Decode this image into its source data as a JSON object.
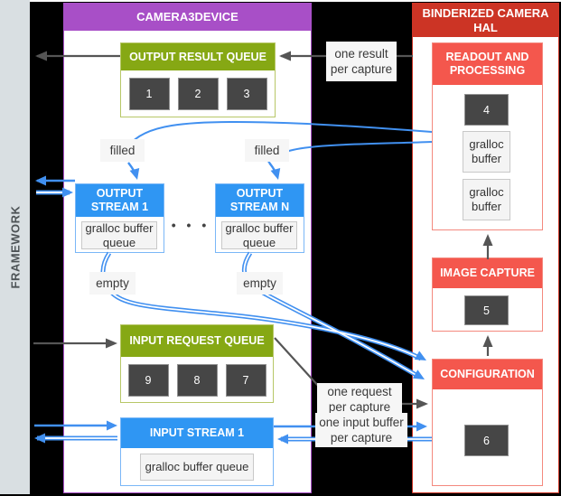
{
  "colors": {
    "background": "#000000",
    "framework_bar": "#D9DFE2",
    "purple": "#A84FC7",
    "red": "#CC3425",
    "salmon_header": "#F4574D",
    "salmon_border": "#F4897E",
    "green_header": "#86A814",
    "green_border": "#B7C767",
    "blue_header": "#2F96F3",
    "blue_border": "#7AB7F7",
    "arrow_blue": "#4190F0",
    "arrow_gray": "#555555",
    "dark_item": "#464646"
  },
  "framework": {
    "label": "FRAMEWORK"
  },
  "camera3device": {
    "title": "CAMERA3DEVICE",
    "output_result_queue": {
      "title": "OUTPUT RESULT QUEUE",
      "items": [
        "1",
        "2",
        "3"
      ]
    },
    "output_stream_1": {
      "title": "OUTPUT STREAM 1",
      "buffer": "gralloc buffer queue"
    },
    "output_stream_n": {
      "title": "OUTPUT STREAM N",
      "buffer": "gralloc buffer queue"
    },
    "ellipsis": "• • •",
    "input_request_queue": {
      "title": "INPUT REQUEST QUEUE",
      "items": [
        "9",
        "8",
        "7"
      ]
    },
    "input_stream_1": {
      "title": "INPUT STREAM 1",
      "buffer": "gralloc buffer queue"
    }
  },
  "binderized_hal": {
    "title": "BINDERIZED CAMERA HAL",
    "readout": {
      "title": "READOUT AND PROCESSING",
      "item": "4",
      "buffer_1": "gralloc buffer",
      "buffer_2": "gralloc buffer"
    },
    "image_capture": {
      "title": "IMAGE CAPTURE",
      "item": "5"
    },
    "configuration": {
      "title": "CONFIGURATION",
      "item": "6"
    }
  },
  "annotations": {
    "one_result": "one result\nper capture",
    "filled_1": "filled",
    "filled_2": "filled",
    "empty_1": "empty",
    "empty_2": "empty",
    "one_request": "one request\nper capture",
    "one_input_buffer": "one input buffer\nper capture"
  }
}
